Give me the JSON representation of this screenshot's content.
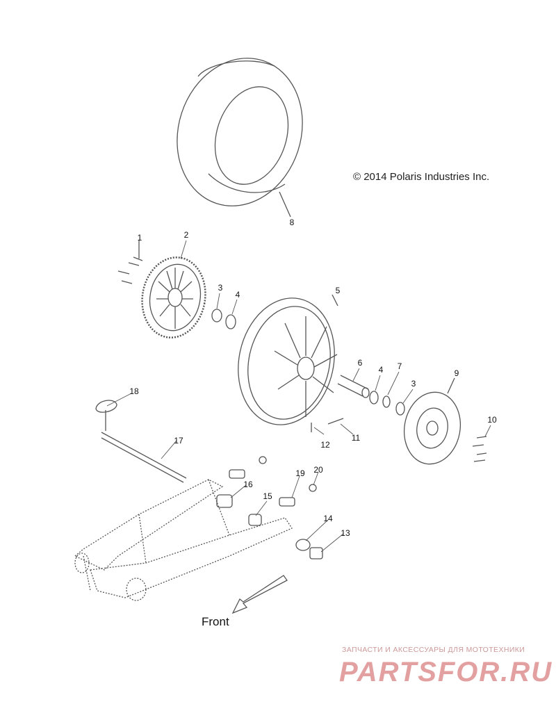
{
  "copyright": "© 2014 Polaris Industries Inc.",
  "front_label": "Front",
  "watermark": {
    "tagline": "ЗАПЧАСТИ И АКСЕССУАРЫ ДЛЯ МОТОТЕХНИКИ",
    "logo": "PARTSFOR.RU"
  },
  "callouts": [
    "1",
    "2",
    "3",
    "4",
    "5",
    "6",
    "4",
    "7",
    "3",
    "9",
    "8",
    "10",
    "11",
    "12",
    "13",
    "14",
    "15",
    "16",
    "17",
    "18",
    "19",
    "20"
  ],
  "colors": {
    "line": "#555555",
    "watermark": "#e3a0a0"
  }
}
